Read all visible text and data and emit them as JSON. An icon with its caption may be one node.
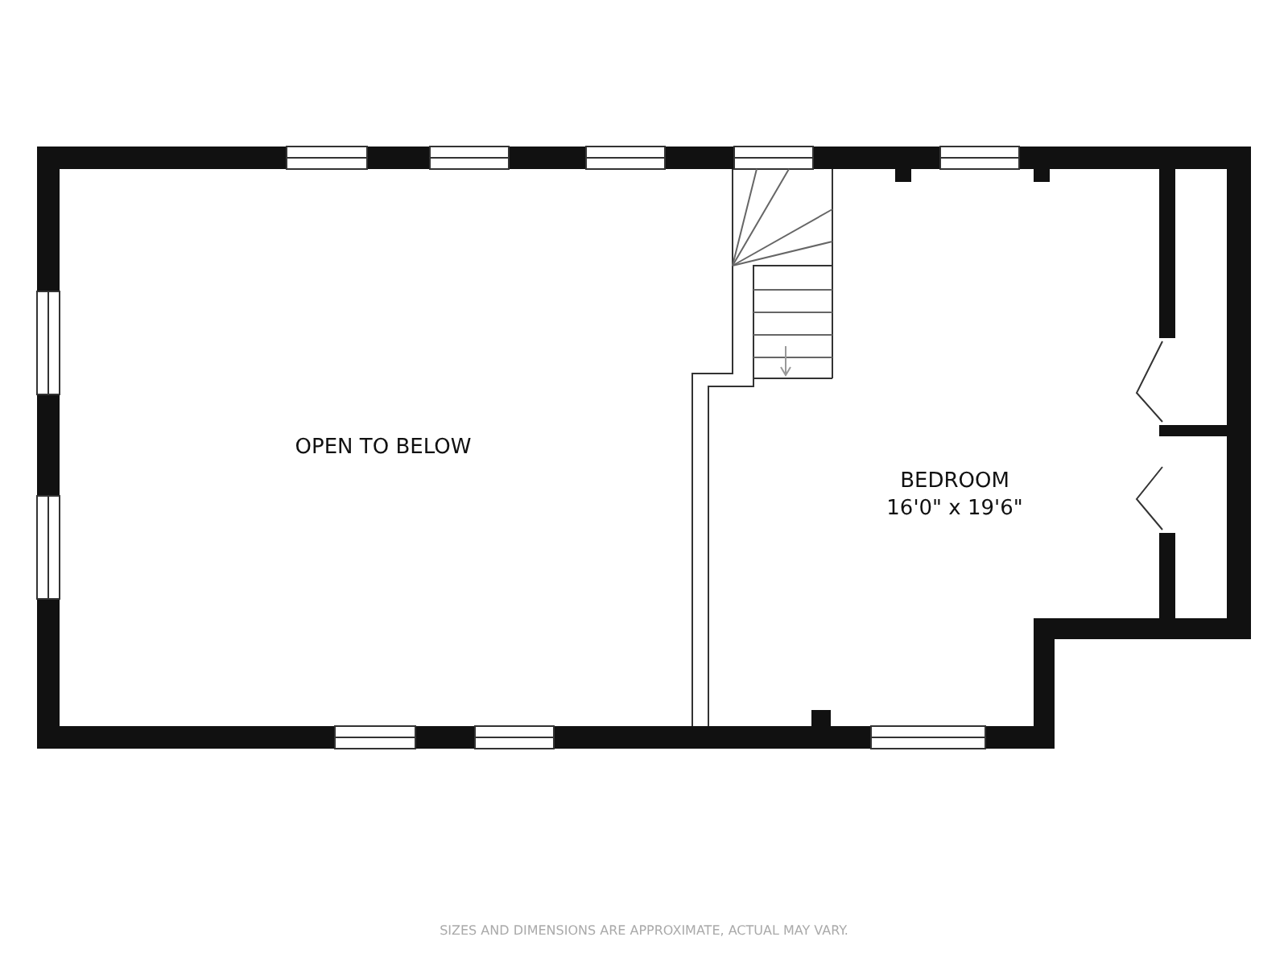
{
  "diagram": {
    "caption": "SIZES AND DIMENSIONS ARE APPROXIMATE, ACTUAL MAY VARY.",
    "labels": [
      "OPEN TO BELOW",
      "BEDROOM",
      "16'0\" x 19'6\""
    ]
  }
}
